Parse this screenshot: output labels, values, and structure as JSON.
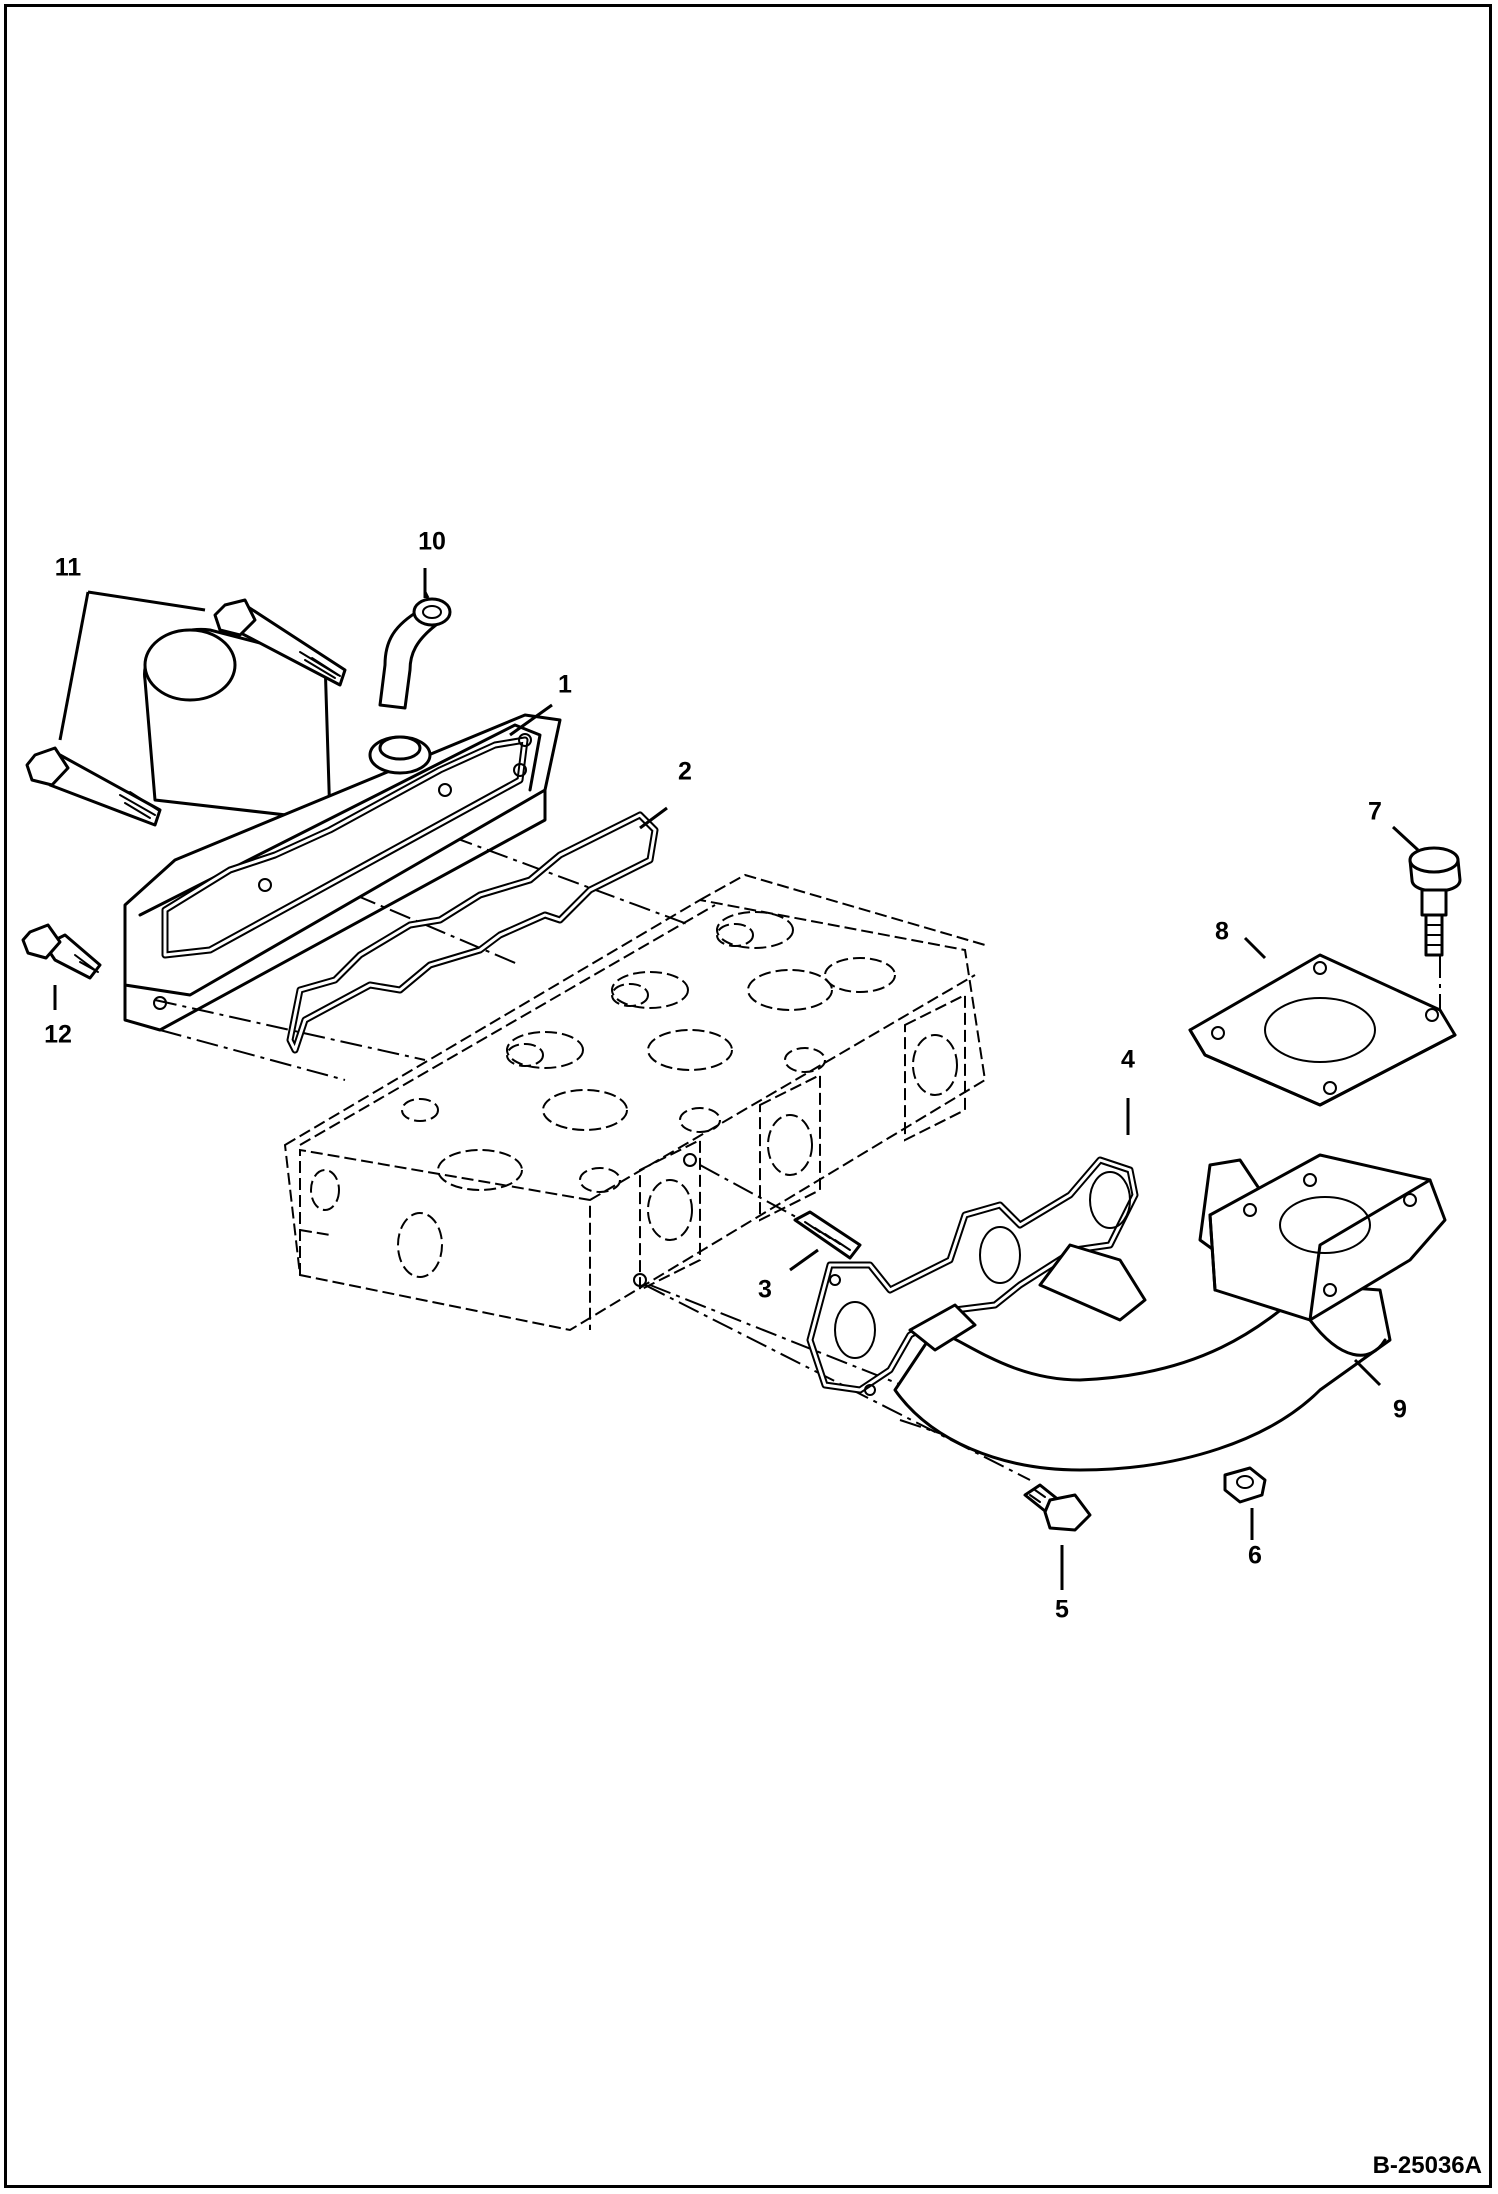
{
  "figure_id": "B-25036A",
  "callouts": [
    {
      "id": "c1",
      "label": "1"
    },
    {
      "id": "c2",
      "label": "2"
    },
    {
      "id": "c3",
      "label": "3"
    },
    {
      "id": "c4",
      "label": "4"
    },
    {
      "id": "c5",
      "label": "5"
    },
    {
      "id": "c6",
      "label": "6"
    },
    {
      "id": "c7",
      "label": "7"
    },
    {
      "id": "c8",
      "label": "8"
    },
    {
      "id": "c9",
      "label": "9"
    },
    {
      "id": "c10",
      "label": "10"
    },
    {
      "id": "c11",
      "label": "11"
    },
    {
      "id": "c12",
      "label": "12"
    }
  ],
  "colors": {
    "line": "#000000",
    "background": "#ffffff"
  }
}
